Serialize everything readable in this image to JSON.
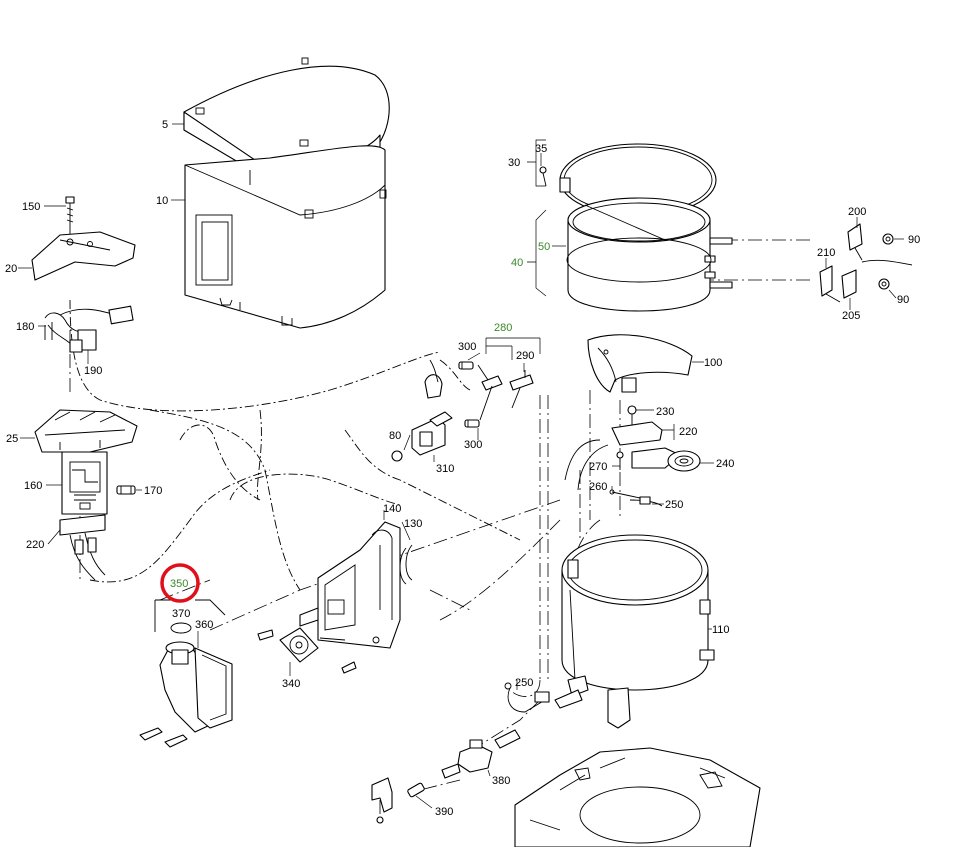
{
  "diagram": {
    "labels": {
      "l5": "5",
      "l10": "10",
      "l150": "150",
      "l20": "20",
      "l180": "180",
      "l190": "190",
      "l25": "25",
      "l160": "160",
      "l170": "170",
      "l220a": "220",
      "l350": "350",
      "l370": "370",
      "l360": "360",
      "l340": "340",
      "l140": "140",
      "l130": "130",
      "l80": "80",
      "l310": "310",
      "l300a": "300",
      "l300b": "300",
      "l280": "280",
      "l290": "290",
      "l30": "30",
      "l35": "35",
      "l40": "40",
      "l50": "50",
      "l200": "200",
      "l90a": "90",
      "l210": "210",
      "l205": "205",
      "l90b": "90",
      "l100": "100",
      "l230": "230",
      "l220b": "220",
      "l240": "240",
      "l270": "270",
      "l260": "260",
      "l250a": "250",
      "l110": "110",
      "l250b": "250",
      "l380": "380",
      "l390": "390"
    },
    "highlight": {
      "label": "350",
      "color": "#e0101a"
    },
    "colors": {
      "green_label": "#3a8a2a",
      "line": "#000000"
    }
  }
}
